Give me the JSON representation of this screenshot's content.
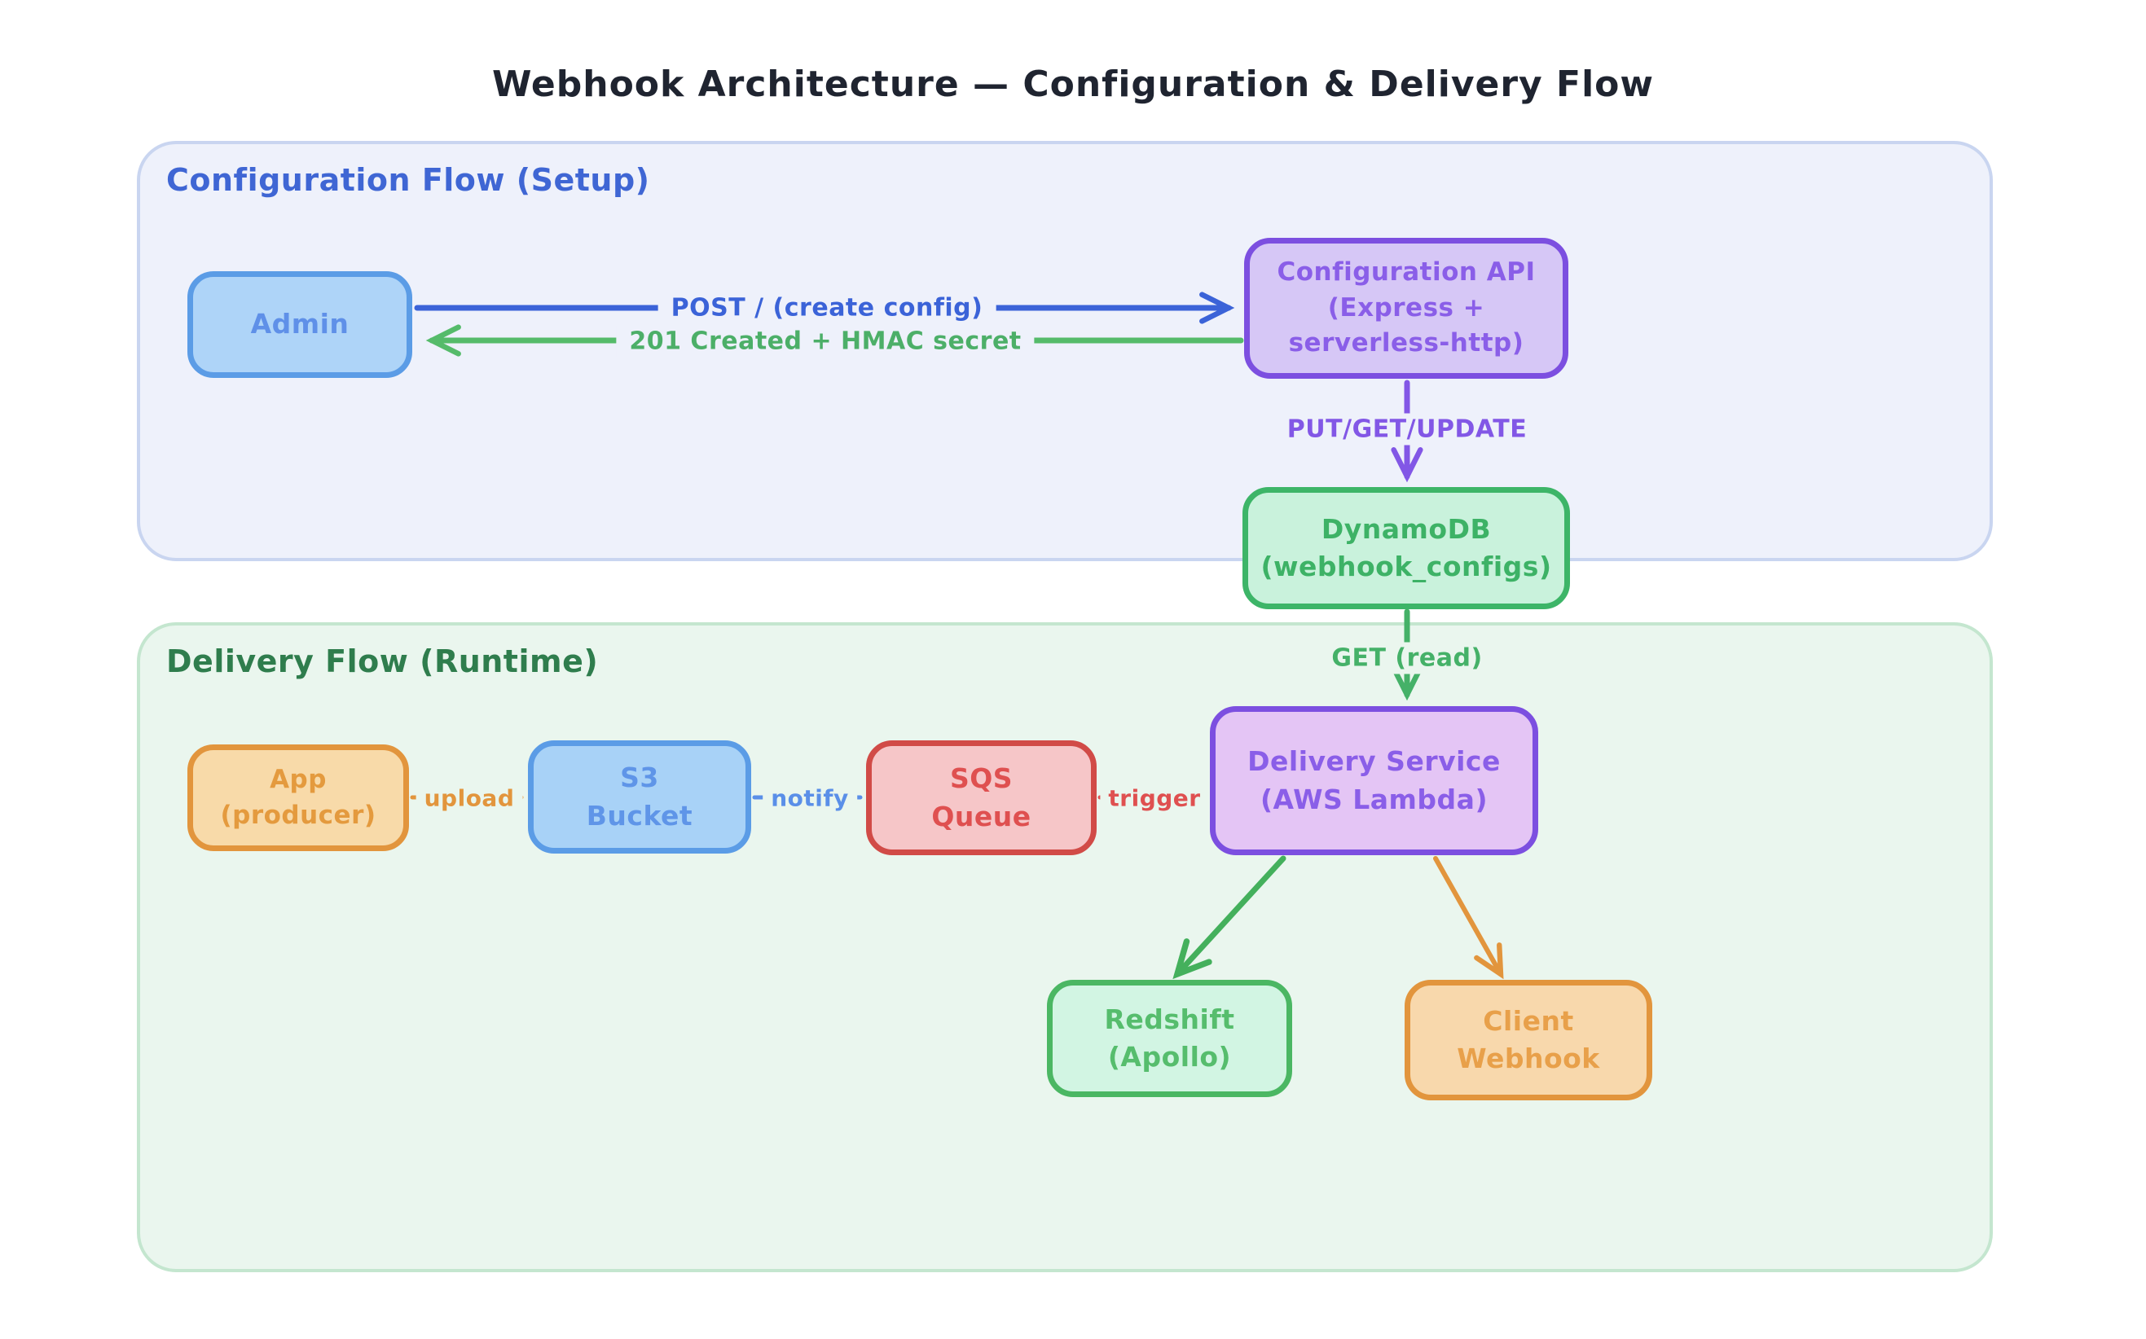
{
  "title": "Webhook Architecture — Configuration & Delivery Flow",
  "sections": {
    "config": {
      "label": "Configuration Flow (Setup)",
      "bg": "#eef1fb",
      "label_color": "#3f66d4"
    },
    "delivery": {
      "label": "Delivery Flow (Runtime)",
      "bg": "#eaf6ee",
      "label_color": "#2f7d4d"
    }
  },
  "nodes": {
    "admin": {
      "label": "Admin",
      "fill": "#aed4f8",
      "stroke": "#5b9ce6"
    },
    "config_api": {
      "label": "Configuration API\n(Express +\nserverless-http)",
      "fill": "#d6c7f6",
      "stroke": "#7c4fe0"
    },
    "dynamodb": {
      "label": "DynamoDB\n(webhook_configs)",
      "fill": "#c9f2dc",
      "stroke": "#3db568"
    },
    "app": {
      "label": "App\n(producer)",
      "fill": "#f8daa9",
      "stroke": "#e2953d"
    },
    "s3": {
      "label": "S3\nBucket",
      "fill": "#a8d2f7",
      "stroke": "#5b9ce6"
    },
    "sqs": {
      "label": "SQS\nQueue",
      "fill": "#f6c6c8",
      "stroke": "#d14b47"
    },
    "delivery_service": {
      "label": "Delivery Service\n(AWS Lambda)",
      "fill": "#e4c5f5",
      "stroke": "#7c4fe0"
    },
    "redshift": {
      "label": "Redshift\n(Apollo)",
      "fill": "#d2f5e3",
      "stroke": "#4bb763"
    },
    "client_webhook": {
      "label": "Client\nWebhook",
      "fill": "#f8d8ac",
      "stroke": "#e2953d"
    }
  },
  "edges": {
    "post": {
      "label": "POST / (create config)",
      "color": "#3b63d8",
      "from": "admin",
      "to": "config_api"
    },
    "created": {
      "label": "201 Created + HMAC secret",
      "color": "#55bb6a",
      "from": "config_api",
      "to": "admin"
    },
    "put": {
      "label": "PUT/GET/UPDATE",
      "color": "#8257e6",
      "from": "config_api",
      "to": "dynamodb"
    },
    "get": {
      "label": "GET (read)",
      "color": "#45b168",
      "from": "dynamodb",
      "to": "delivery_service"
    },
    "upload": {
      "label": "upload",
      "color": "#e2953d",
      "from": "app",
      "to": "s3"
    },
    "notify": {
      "label": "notify",
      "color": "#5a8fe8",
      "from": "s3",
      "to": "sqs"
    },
    "trigger": {
      "label": "trigger",
      "color": "#df5050",
      "from": "sqs",
      "to": "delivery_service"
    },
    "store": {
      "label": "",
      "color": "#44b05c",
      "from": "delivery_service",
      "to": "redshift"
    },
    "deliver": {
      "label": "",
      "color": "#e2953d",
      "from": "delivery_service",
      "to": "client_webhook"
    }
  }
}
